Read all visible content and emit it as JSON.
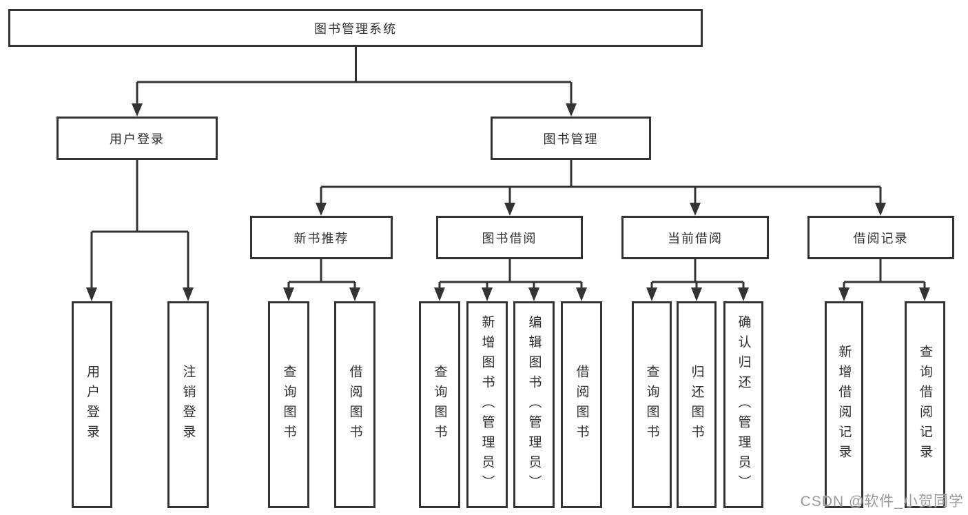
{
  "diagram": {
    "root": {
      "label": "图书管理系统"
    },
    "level2": {
      "user_login": {
        "label": "用户登录"
      },
      "book_mgmt": {
        "label": "图书管理"
      }
    },
    "level3": {
      "new_book_rec": {
        "label": "新书推荐"
      },
      "book_borrow": {
        "label": "图书借阅"
      },
      "current_borrow": {
        "label": "当前借阅"
      },
      "borrow_records": {
        "label": "借阅记录"
      }
    },
    "leaves": {
      "user_login": {
        "label": "用户登录"
      },
      "logout": {
        "label": "注销登录"
      },
      "rec_query_books": {
        "label": "查询图书"
      },
      "rec_borrow_books": {
        "label": "借阅图书"
      },
      "bor_query_books": {
        "label": "查询图书"
      },
      "bor_add_books": {
        "label": "新增图书（管理员）"
      },
      "bor_edit_books": {
        "label": "编辑图书（管理员）"
      },
      "bor_borrow_books": {
        "label": "借阅图书"
      },
      "cur_query_books": {
        "label": "查询图书"
      },
      "cur_return_books": {
        "label": "归还图书"
      },
      "cur_confirm_return": {
        "label": "确认归还（管理员）"
      },
      "hist_add_record": {
        "label": "新增借阅记录"
      },
      "hist_query_record": {
        "label": "查询借阅记录"
      }
    },
    "watermark": "CSDN @软件_小贺同学",
    "colors": {
      "line": "#333333",
      "text": "#2f2f2f",
      "watermark": "#9b9b9b",
      "background": "#ffffff"
    }
  }
}
